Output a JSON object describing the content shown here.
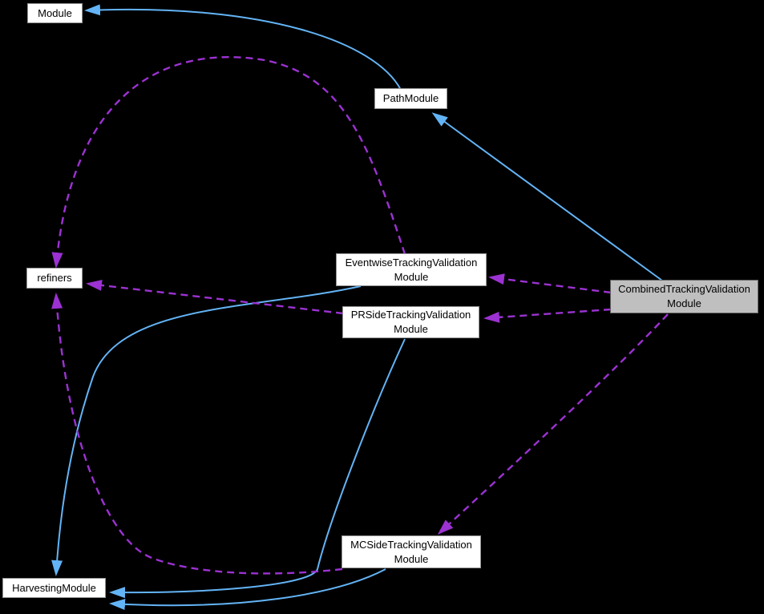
{
  "diagram": {
    "kind": "class-collaboration-graph",
    "background": "#000000",
    "colors": {
      "inheritance_edge": "#63b4f6",
      "usage_edge": "#9c32d2",
      "node_fill": "#ffffff",
      "node_border": "#949494",
      "selected_node_fill": "#bfbfbf",
      "selected_node_border": "#636363",
      "node_text": "#000000"
    },
    "nodes": [
      {
        "id": "Module",
        "label": "Module",
        "selected": false
      },
      {
        "id": "PathModule",
        "label": "PathModule",
        "selected": false
      },
      {
        "id": "EventwiseTrackingValidationModule",
        "label": "EventwiseTrackingValidation\nModule",
        "selected": false
      },
      {
        "id": "PRSideTrackingValidationModule",
        "label": "PRSideTrackingValidation\nModule",
        "selected": false
      },
      {
        "id": "CombinedTrackingValidationModule",
        "label": "CombinedTrackingValidation\nModule",
        "selected": true
      },
      {
        "id": "refiners",
        "label": "refiners",
        "selected": false
      },
      {
        "id": "MCSideTrackingValidationModule",
        "label": "MCSideTrackingValidation\nModule",
        "selected": false
      },
      {
        "id": "HarvestingModule",
        "label": "HarvestingModule",
        "selected": false
      }
    ],
    "edges": [
      {
        "from": "PathModule",
        "to": "Module",
        "relation": "inherits",
        "style": "solid-blue"
      },
      {
        "from": "CombinedTrackingValidationModule",
        "to": "PathModule",
        "relation": "inherits",
        "style": "solid-blue"
      },
      {
        "from": "EventwiseTrackingValidationModule",
        "to": "HarvestingModule",
        "relation": "inherits",
        "style": "solid-blue"
      },
      {
        "from": "PRSideTrackingValidationModule",
        "to": "HarvestingModule",
        "relation": "inherits",
        "style": "solid-blue"
      },
      {
        "from": "MCSideTrackingValidationModule",
        "to": "HarvestingModule",
        "relation": "inherits",
        "style": "solid-blue"
      },
      {
        "from": "EventwiseTrackingValidationModule",
        "to": "refiners",
        "relation": "uses",
        "style": "dashed-purple"
      },
      {
        "from": "PRSideTrackingValidationModule",
        "to": "refiners",
        "relation": "uses",
        "style": "dashed-purple"
      },
      {
        "from": "MCSideTrackingValidationModule",
        "to": "refiners",
        "relation": "uses",
        "style": "dashed-purple"
      },
      {
        "from": "CombinedTrackingValidationModule",
        "to": "EventwiseTrackingValidationModule",
        "relation": "uses",
        "style": "dashed-purple"
      },
      {
        "from": "CombinedTrackingValidationModule",
        "to": "PRSideTrackingValidationModule",
        "relation": "uses",
        "style": "dashed-purple"
      },
      {
        "from": "CombinedTrackingValidationModule",
        "to": "MCSideTrackingValidationModule",
        "relation": "uses",
        "style": "dashed-purple"
      }
    ]
  }
}
